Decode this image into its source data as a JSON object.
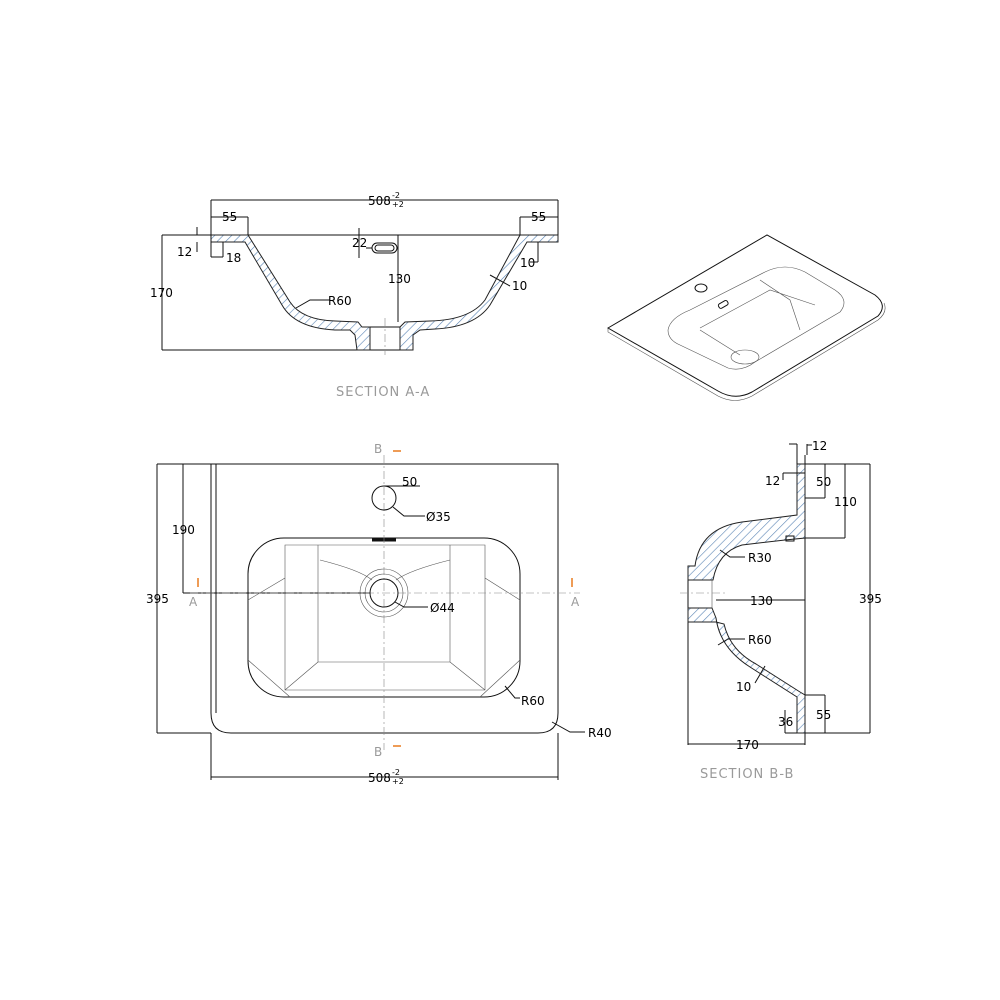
{
  "section_aa": {
    "title": "SECTION A-A",
    "width": "508",
    "tol_upper": "-2",
    "tol_lower": "+2",
    "rim_left": "55",
    "rim_right": "55",
    "rim_thickness": "12",
    "rim_drop": "18",
    "overflow": "22",
    "depth": "130",
    "height": "170",
    "radius": "R60",
    "wall_right": "10",
    "wall_slope": "10"
  },
  "plan": {
    "marker_a": "A",
    "marker_b": "B",
    "depth": "395",
    "tap_offset": "190",
    "tap_from_back": "50",
    "tap_hole": "Ø35",
    "drain_hole": "Ø44",
    "bowl_radius": "R60",
    "corner_radius": "R40",
    "width": "508",
    "tol_upper": "-2",
    "tol_lower": "+2"
  },
  "section_bb": {
    "title": "SECTION B-B",
    "top_thickness": "12",
    "upstand": "12",
    "upstand_height": "50",
    "deck_depth": "110",
    "depth": "395",
    "radius_top": "R30",
    "drain_depth": "130",
    "radius_bottom": "R60",
    "wall": "10",
    "front_lip": "36",
    "front_height": "55",
    "height": "170"
  },
  "colors": {
    "hatch": "#5b86b5",
    "marker": "#e87b1e"
  }
}
